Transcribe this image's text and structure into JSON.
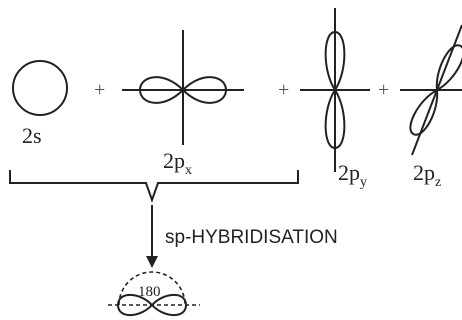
{
  "orbitals": {
    "s": {
      "main": "2s"
    },
    "px": {
      "main": "2p",
      "sub": "x"
    },
    "py": {
      "main": "2p",
      "sub": "y"
    },
    "pz": {
      "main": "2p",
      "sub": "z"
    }
  },
  "operators": {
    "plus1": "+",
    "plus2": "+",
    "plus3": "+"
  },
  "process_label": "sp-HYBRIDISATION",
  "angle_label": "180"
}
